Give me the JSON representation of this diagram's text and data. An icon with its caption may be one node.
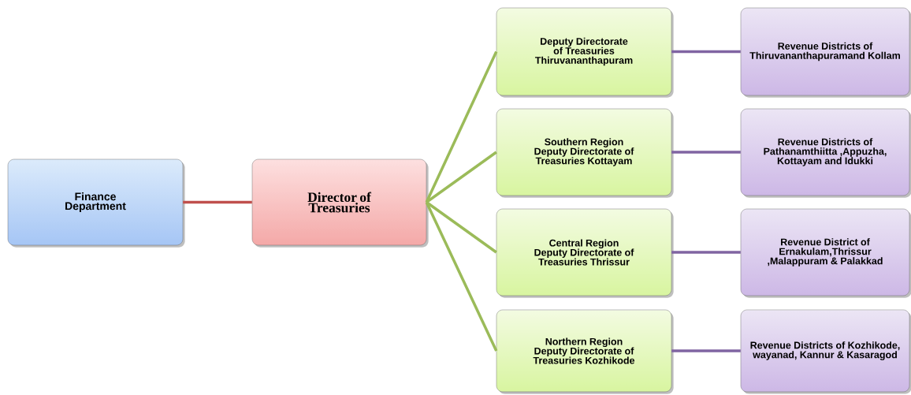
{
  "diagram": {
    "nodes": [
      {
        "text": [
          "Finance Department"
        ]
      },
      {
        "text": [
          "Director of Treasuries"
        ]
      },
      {
        "text": [
          "Deputy Directorate of Treasuries Thiruvananthapuram"
        ]
      },
      {
        "text": [
          "Southern Region Deputy Directorate of Treasuries Kottayam"
        ]
      },
      {
        "text": [
          "Central Region Deputy Directorate of Treasuries Thrissur"
        ]
      },
      {
        "text": [
          "Northern Region Deputy Directorate of Treasuries Kozhikode"
        ]
      },
      {
        "text": [
          "Revenue Districts of Thiruvananthapuramand Kollam"
        ]
      },
      {
        "text": [
          "Revenue Districts of Pathanamthiitta ,Appuzha, Kottayam and Idukki"
        ]
      },
      {
        "text": [
          "Revenue District of Ernakulam,Thrissur ,Malappuram & Palakkad"
        ]
      },
      {
        "text": [
          "Revenue Districts of Kozhikode, wayanad, Kannur & Kasaragod"
        ]
      }
    ],
    "edges": [
      {
        "from": 0,
        "to": 1,
        "arrow": "none",
        "color": "#c0504d"
      },
      {
        "from": 1,
        "to": 2,
        "arrow": "none",
        "color": "#9bbb59"
      },
      {
        "from": 1,
        "to": 3,
        "arrow": "none",
        "color": "#9bbb59"
      },
      {
        "from": 1,
        "to": 4,
        "arrow": "none",
        "color": "#9bbb59"
      },
      {
        "from": 1,
        "to": 5,
        "arrow": "none",
        "color": "#9bbb59"
      },
      {
        "from": 2,
        "to": 6,
        "arrow": "none",
        "color": "#8064a2"
      },
      {
        "from": 3,
        "to": 7,
        "arrow": "none",
        "color": "#8064a2"
      },
      {
        "from": 4,
        "to": 8,
        "arrow": "none",
        "color": "#8064a2"
      },
      {
        "from": 5,
        "to": 9,
        "arrow": "none",
        "color": "#8064a2"
      }
    ]
  }
}
